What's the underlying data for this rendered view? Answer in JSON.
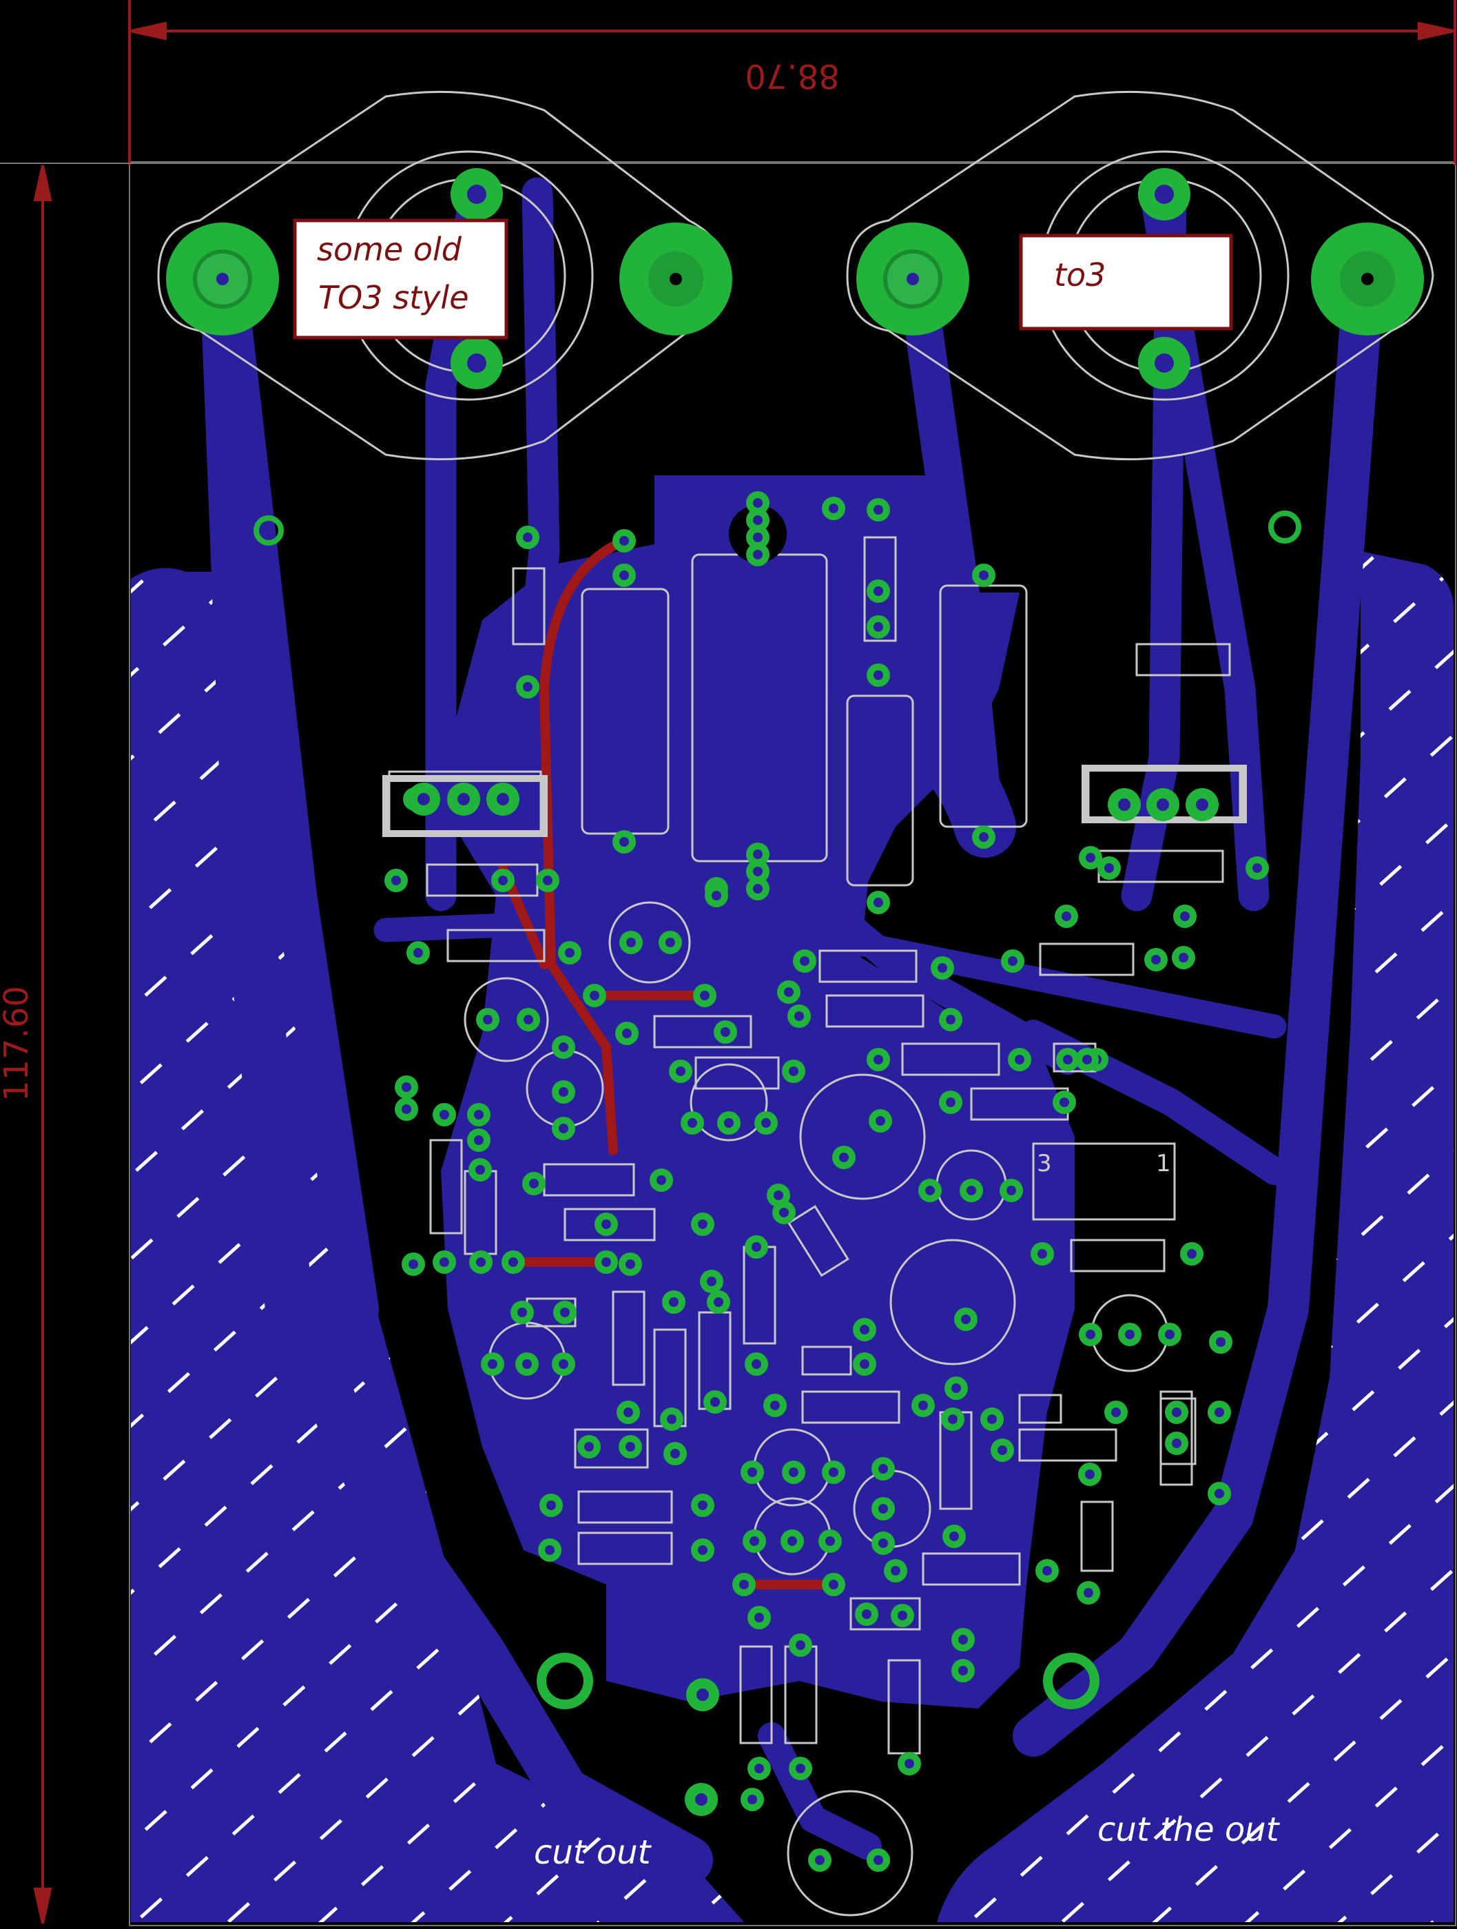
{
  "dimensions": {
    "width": "88.70",
    "height": "117.60"
  },
  "labels": {
    "left_transistor": [
      "some old",
      "TO3 style"
    ],
    "right_transistor": "to3",
    "cut_out_left": "cut out",
    "cut_out_right": "cut the out"
  },
  "pot_pins": {
    "pin3": "3",
    "pin1": "1"
  },
  "colors": {
    "background": "#000000",
    "copper_bottom": "#2a1f9c",
    "copper_top": "#a01818",
    "pad": "#22b33a",
    "silkscreen": "#c8c8c8",
    "dimension": "#9a1b1b"
  }
}
